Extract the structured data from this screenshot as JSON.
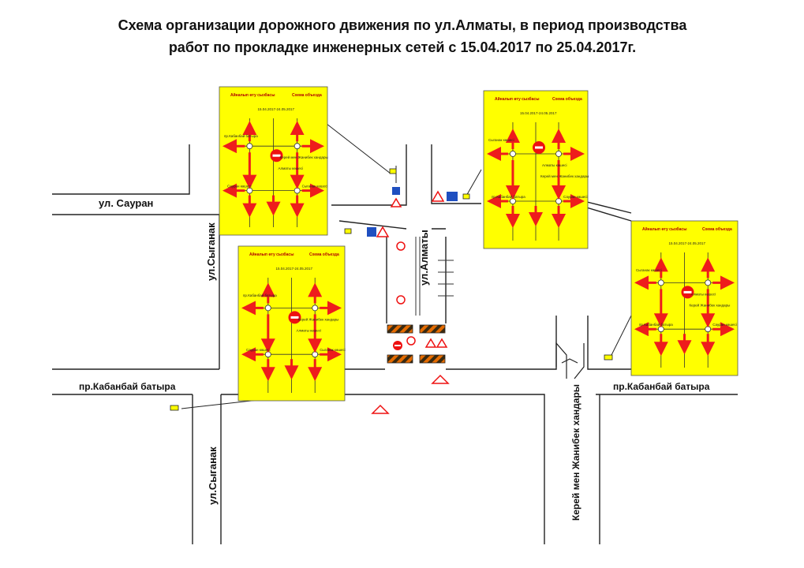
{
  "title": {
    "line1": "Схема организации дорожного движения по ул.Алматы, в период производства",
    "line2": "работ по прокладке инженерных сетей с 15.04.2017 по 25.04.2017г."
  },
  "streets": {
    "sauran": "ул. Сауран",
    "syganak_top": "ул.Сыганак",
    "syganak_bottom": "ул.Сыганак",
    "almaty": "ул.Алматы",
    "kabanbay_left": "пр.Кабанбай батыра",
    "kabanbay_right": "пр.Кабанбай батыра",
    "kerey": "Керей мен Жанибек хандары"
  },
  "panels": {
    "p1": {
      "kz": "Айналып өту сызбасы",
      "ru": "Схема объезда",
      "date": "15.04.2017-24.05.2017",
      "streets": [
        "пр.Кабанбай батыра",
        "Керей мен Жанибек хандары",
        "Алматы көшесі",
        "Сауран көшесі",
        "Сыганак көшесі"
      ]
    },
    "p2": {
      "kz": "Айналып өту сызбасы",
      "ru": "Схема объезда",
      "date": "15.04.2017-24.05.2017",
      "streets": [
        "пр.Кабанбай батыра",
        "Керей Жанибек хандары",
        "Алматы көшесі",
        "Сауран көшесі",
        "Сыганак көшесі"
      ]
    },
    "p3": {
      "kz": "Айналып өту сызбасы",
      "ru": "Схема объезда",
      "date": "15.04.2017-24.05.2017",
      "streets": [
        "Сыганак көшесі",
        "Алматы көшесі",
        "Керей мен Жанибек хандары",
        "пр.Кабанбай батыра",
        "Сауран көшесі"
      ]
    },
    "p4": {
      "kz": "Айналып өту сызбасы",
      "ru": "Схема объезда",
      "date": "15.04.2017-24.05.2017",
      "streets": [
        "Сыганак көшесі",
        "Алматы көшесі",
        "Керей Жанибек хандары",
        "пр.Кабанбай батыра",
        "Сауран көшесі"
      ]
    }
  },
  "colors": {
    "panel": "#ffff00",
    "arrow": "#ee1c1c",
    "road": "#222222",
    "barrier_orange": "#e56b00",
    "sign_blue": "#1f4fc0"
  },
  "icons": [
    "no-entry-icon",
    "road-works-sign-icon",
    "detour-sign-icon",
    "barrier-icon",
    "traffic-light-icon"
  ]
}
